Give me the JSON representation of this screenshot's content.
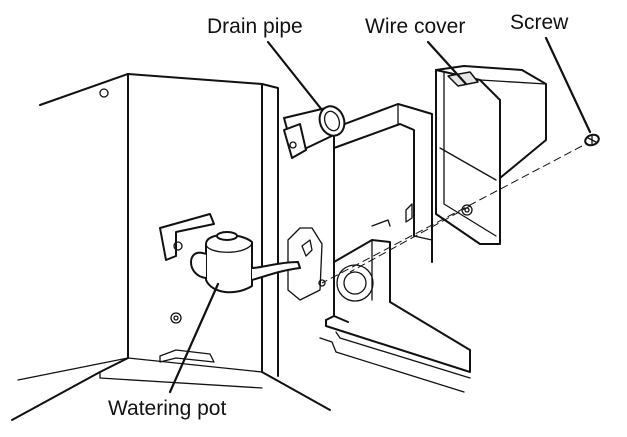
{
  "labels": {
    "drain_pipe": "Drain pipe",
    "wire_cover": "Wire cover",
    "screw": "Screw",
    "watering_pot": "Watering pot"
  }
}
